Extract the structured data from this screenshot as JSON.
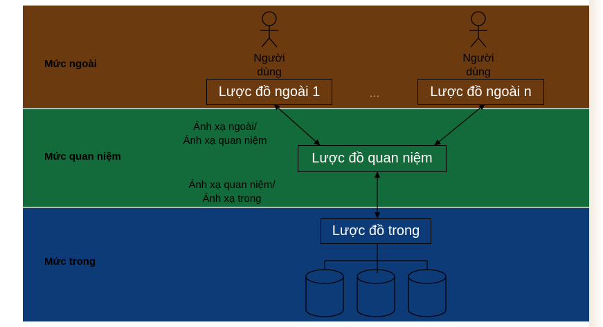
{
  "levels": {
    "external": "Mức ngoài",
    "conceptual": "Mức quan niệm",
    "internal": "Mức trong"
  },
  "users": [
    {
      "label_line1": "Người",
      "label_line2": "dùng",
      "icon": "stick-figure-icon"
    },
    {
      "label_line1": "Người",
      "label_line2": "dùng",
      "icon": "stick-figure-icon"
    }
  ],
  "schemas": {
    "external_1": "Lược đồ ngoài 1",
    "ellipsis": "…",
    "external_n": "Lược đồ ngoài n",
    "conceptual": "Lược đồ quan niệm",
    "internal": "Lược đồ trong"
  },
  "mappings": {
    "external_conceptual_line1": "Ánh xạ ngoài/",
    "external_conceptual_line2": "Ánh xạ quan niệm",
    "conceptual_internal_line1": "Ánh xạ quan niệm/",
    "conceptual_internal_line2": "Ánh xạ trong"
  },
  "storage_icon": "database-cylinder-icon",
  "colors": {
    "external_band": "#6b3a0f",
    "conceptual_band": "#136b3b",
    "internal_band": "#0c3b78"
  }
}
